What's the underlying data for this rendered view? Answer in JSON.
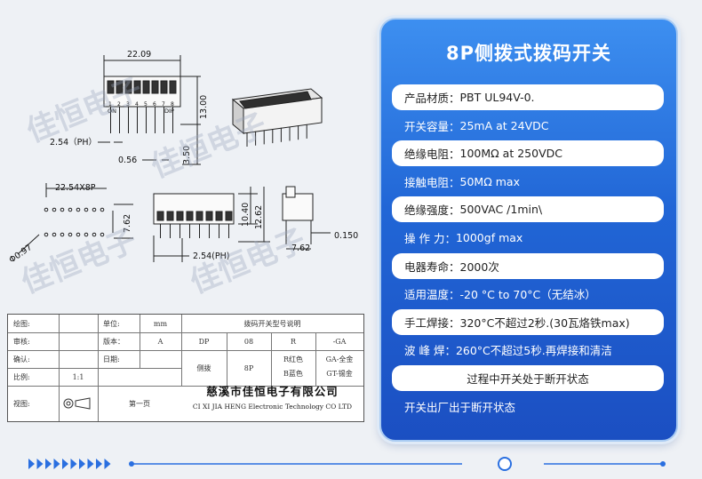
{
  "panel": {
    "title": "8P侧拨式拨码开关",
    "specs": [
      {
        "key": "产品材质：",
        "value": "PBT UL94V-0.",
        "style": "pill"
      },
      {
        "key": "开关容量：",
        "value": "25mA at 24VDC",
        "style": "plain"
      },
      {
        "key": "绝缘电阻：",
        "value": "100MΩ at 250VDC",
        "style": "pill"
      },
      {
        "key": "接触电阻：",
        "value": "50MΩ max",
        "style": "plain"
      },
      {
        "key": "绝缘强度：",
        "value": "500VAC /1min\\",
        "style": "pill"
      },
      {
        "key": "操 作 力：",
        "value": "1000gf max",
        "style": "plain"
      },
      {
        "key": "电器寿命：",
        "value": "2000次",
        "style": "pill"
      },
      {
        "key": "适用温度：",
        "value": "-20 °C to 70°C（无结冰）",
        "style": "plain"
      },
      {
        "key": "手工焊接：",
        "value": "320°C不超过2秒.(30瓦烙铁max)",
        "style": "pill"
      },
      {
        "key": "波 峰 焊：",
        "value": "260°C不超过5秒.再焊接和清洁",
        "style": "plain"
      }
    ],
    "note_pill": "过程中开关处于断开状态",
    "note_plain": "开关出厂出于断开状态"
  },
  "drawing": {
    "dim_width": "22.09",
    "dim_height": "13.00",
    "label_on": "ON",
    "label_dip": "DIP",
    "pin_numbers": [
      "1",
      "2",
      "3",
      "4",
      "5",
      "6",
      "7",
      "8"
    ],
    "dim_pitch": "2.54（PH）",
    "dim_pin_w": "0.56",
    "dim_pin_len": "3.50",
    "dim_row_span": "22.54X8P",
    "dim_row_gap": "7.62",
    "dim_hole": "Φ0.97",
    "dim_body_h1": "10.40",
    "dim_body_h2": "12.62",
    "dim_pitch2": "2.54(PH)",
    "dim_side_gap": "7.62",
    "dim_side_thk": "0.150"
  },
  "watermark": "佳恒电子",
  "title_block": {
    "r1_label": "绘图:",
    "unit_label": "单位:",
    "unit_value": "mm",
    "header": "拨码开关型号说明",
    "r2_label": "审核:",
    "version_label": "版本：",
    "version_value": "A",
    "code_dp": "DP",
    "code_08": "08",
    "code_r": "R",
    "code_ga": "-GA",
    "r3_label": "确认:",
    "date_label": "日期:",
    "desc_side": "侧拨",
    "desc_8p": "8P",
    "desc_red": "R红色",
    "desc_blue": "B蓝色",
    "desc_gold": "GA-全金",
    "desc_tin": "GT-锡金",
    "r4_label": "比例:",
    "scale_value": "1:1",
    "company_cn": "慈溪市佳恒电子有限公司",
    "r5_label": "视图:",
    "page_label": "第一页",
    "company_en": "CI XI JIA HENG Electronic Technology CO LTD"
  },
  "colors": {
    "panel_blue": "#2166d6",
    "accent_blue": "#1e73e8",
    "background": "#eef1f5"
  }
}
